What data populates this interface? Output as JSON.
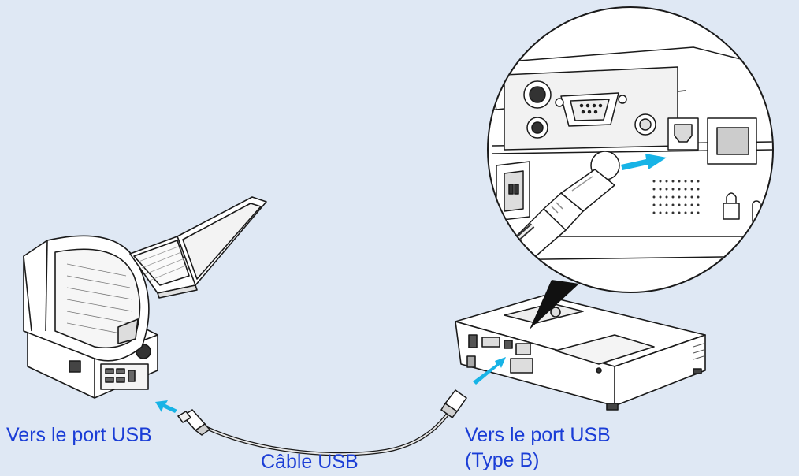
{
  "labels": {
    "computer_port": "Vers le port USB",
    "cable": "Câble USB",
    "projector_port_line1": "Vers le port USB",
    "projector_port_line2": "(Type B)"
  },
  "colors": {
    "background": "#dfe8f4",
    "label_text": "#1a3dd6",
    "arrow": "#17b3e6",
    "device_fill": "#ffffff",
    "outline": "#1a1a1a"
  }
}
